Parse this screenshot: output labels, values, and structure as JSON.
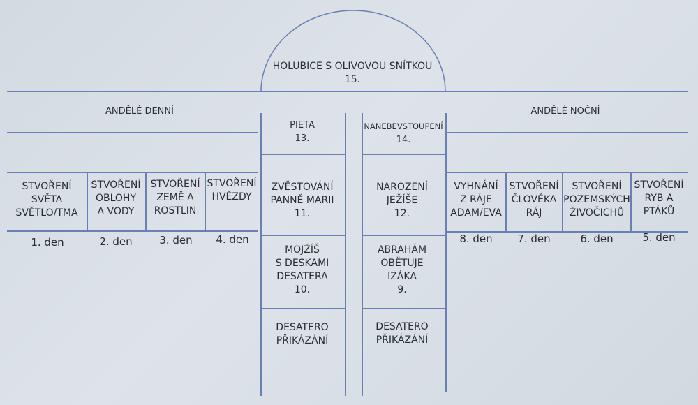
{
  "top": {
    "title": "HOLUBICE S OLIVOVOU SNÍTKOU",
    "number": "15."
  },
  "left_header": "ANDĚLÉ DENNÍ",
  "right_header": "ANDĚLÉ NOČNÍ",
  "left_days": [
    {
      "lines": [
        "STVOŘENÍ",
        "SVĚTA",
        "SVĚTLO/TMA"
      ],
      "day": "1. den"
    },
    {
      "lines": [
        "STVOŘENÍ",
        "OBLOHY",
        "A VODY"
      ],
      "day": "2. den"
    },
    {
      "lines": [
        "STVOŘENÍ",
        "ZEMĚ A",
        "ROSTLIN"
      ],
      "day": "3. den"
    },
    {
      "lines": [
        "STVOŘENÍ",
        "HVĚZDY"
      ],
      "day": "4. den"
    }
  ],
  "right_days": [
    {
      "lines": [
        "VYHNÁNÍ",
        "Z RÁJE",
        "ADAM/EVA"
      ],
      "day": "8. den"
    },
    {
      "lines": [
        "STVOŘENÍ",
        "ČLOVĚKA",
        "RÁJ"
      ],
      "day": "7. den"
    },
    {
      "lines": [
        "STVOŘENÍ",
        "POZEMSKÝCH",
        "ŽIVOČICHŮ"
      ],
      "day": "6. den"
    },
    {
      "lines": [
        "STVOŘENÍ",
        "RYB A",
        "PTÁKŮ"
      ],
      "day": "5. den"
    }
  ],
  "center_left": [
    {
      "lines": [
        "PIETA",
        "13."
      ]
    },
    {
      "lines": [
        "ZVĚSTOVÁNÍ",
        "PANNĚ MARII",
        "11."
      ]
    },
    {
      "lines": [
        "MOJŽÍŠ",
        "S DESKAMI",
        "DESATERA",
        "10."
      ]
    },
    {
      "lines": [
        "DESATERO",
        "PŘIKÁZÁNÍ"
      ]
    }
  ],
  "center_right": [
    {
      "lines": [
        "NANEBEVSTOUPENÍ",
        "14."
      ]
    },
    {
      "lines": [
        "NAROZENÍ",
        "JEŽÍŠE",
        "12."
      ]
    },
    {
      "lines": [
        "ABRAHÁM",
        "OBĚTUJE",
        "IZÁKA",
        "9."
      ]
    },
    {
      "lines": [
        "DESATERO",
        "PŘIKÁZÁNÍ"
      ]
    }
  ]
}
